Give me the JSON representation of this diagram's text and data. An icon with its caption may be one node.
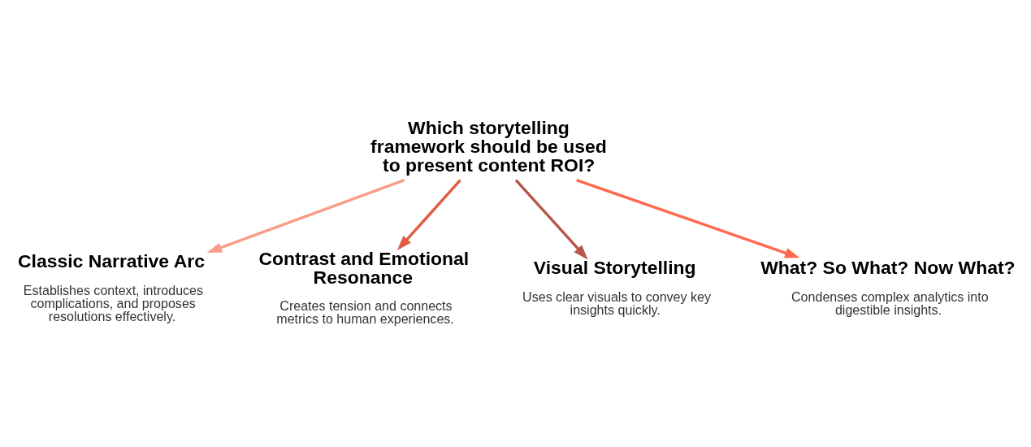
{
  "diagram": {
    "nodes": [
      {
        "text": [
          "Which storytelling framework should be used to present content ROI?"
        ]
      },
      {
        "text": [
          "Classic Narrative Arc",
          "Establishes context, introduces complications, and proposes resolutions effectively."
        ]
      },
      {
        "text": [
          "What? So What? Now What?",
          "Condenses complex analytics into digestible insights."
        ]
      },
      {
        "text": [
          "Contrast and Emotional Resonance",
          "Creates tension and connects metrics to human experiences."
        ]
      },
      {
        "text": [
          "Visual Storytelling",
          "Uses clear visuals to convey key insights quickly."
        ]
      }
    ],
    "edges": [
      {
        "from": 0,
        "to": 1,
        "arrow": "to",
        "color": "#f99d88"
      },
      {
        "from": 0,
        "to": 3,
        "arrow": "to",
        "color": "#e05d40"
      },
      {
        "from": 0,
        "to": 4,
        "arrow": "to",
        "color": "#b8574b"
      },
      {
        "from": 0,
        "to": 2,
        "arrow": "to",
        "color": "#ff6a4f"
      }
    ]
  }
}
